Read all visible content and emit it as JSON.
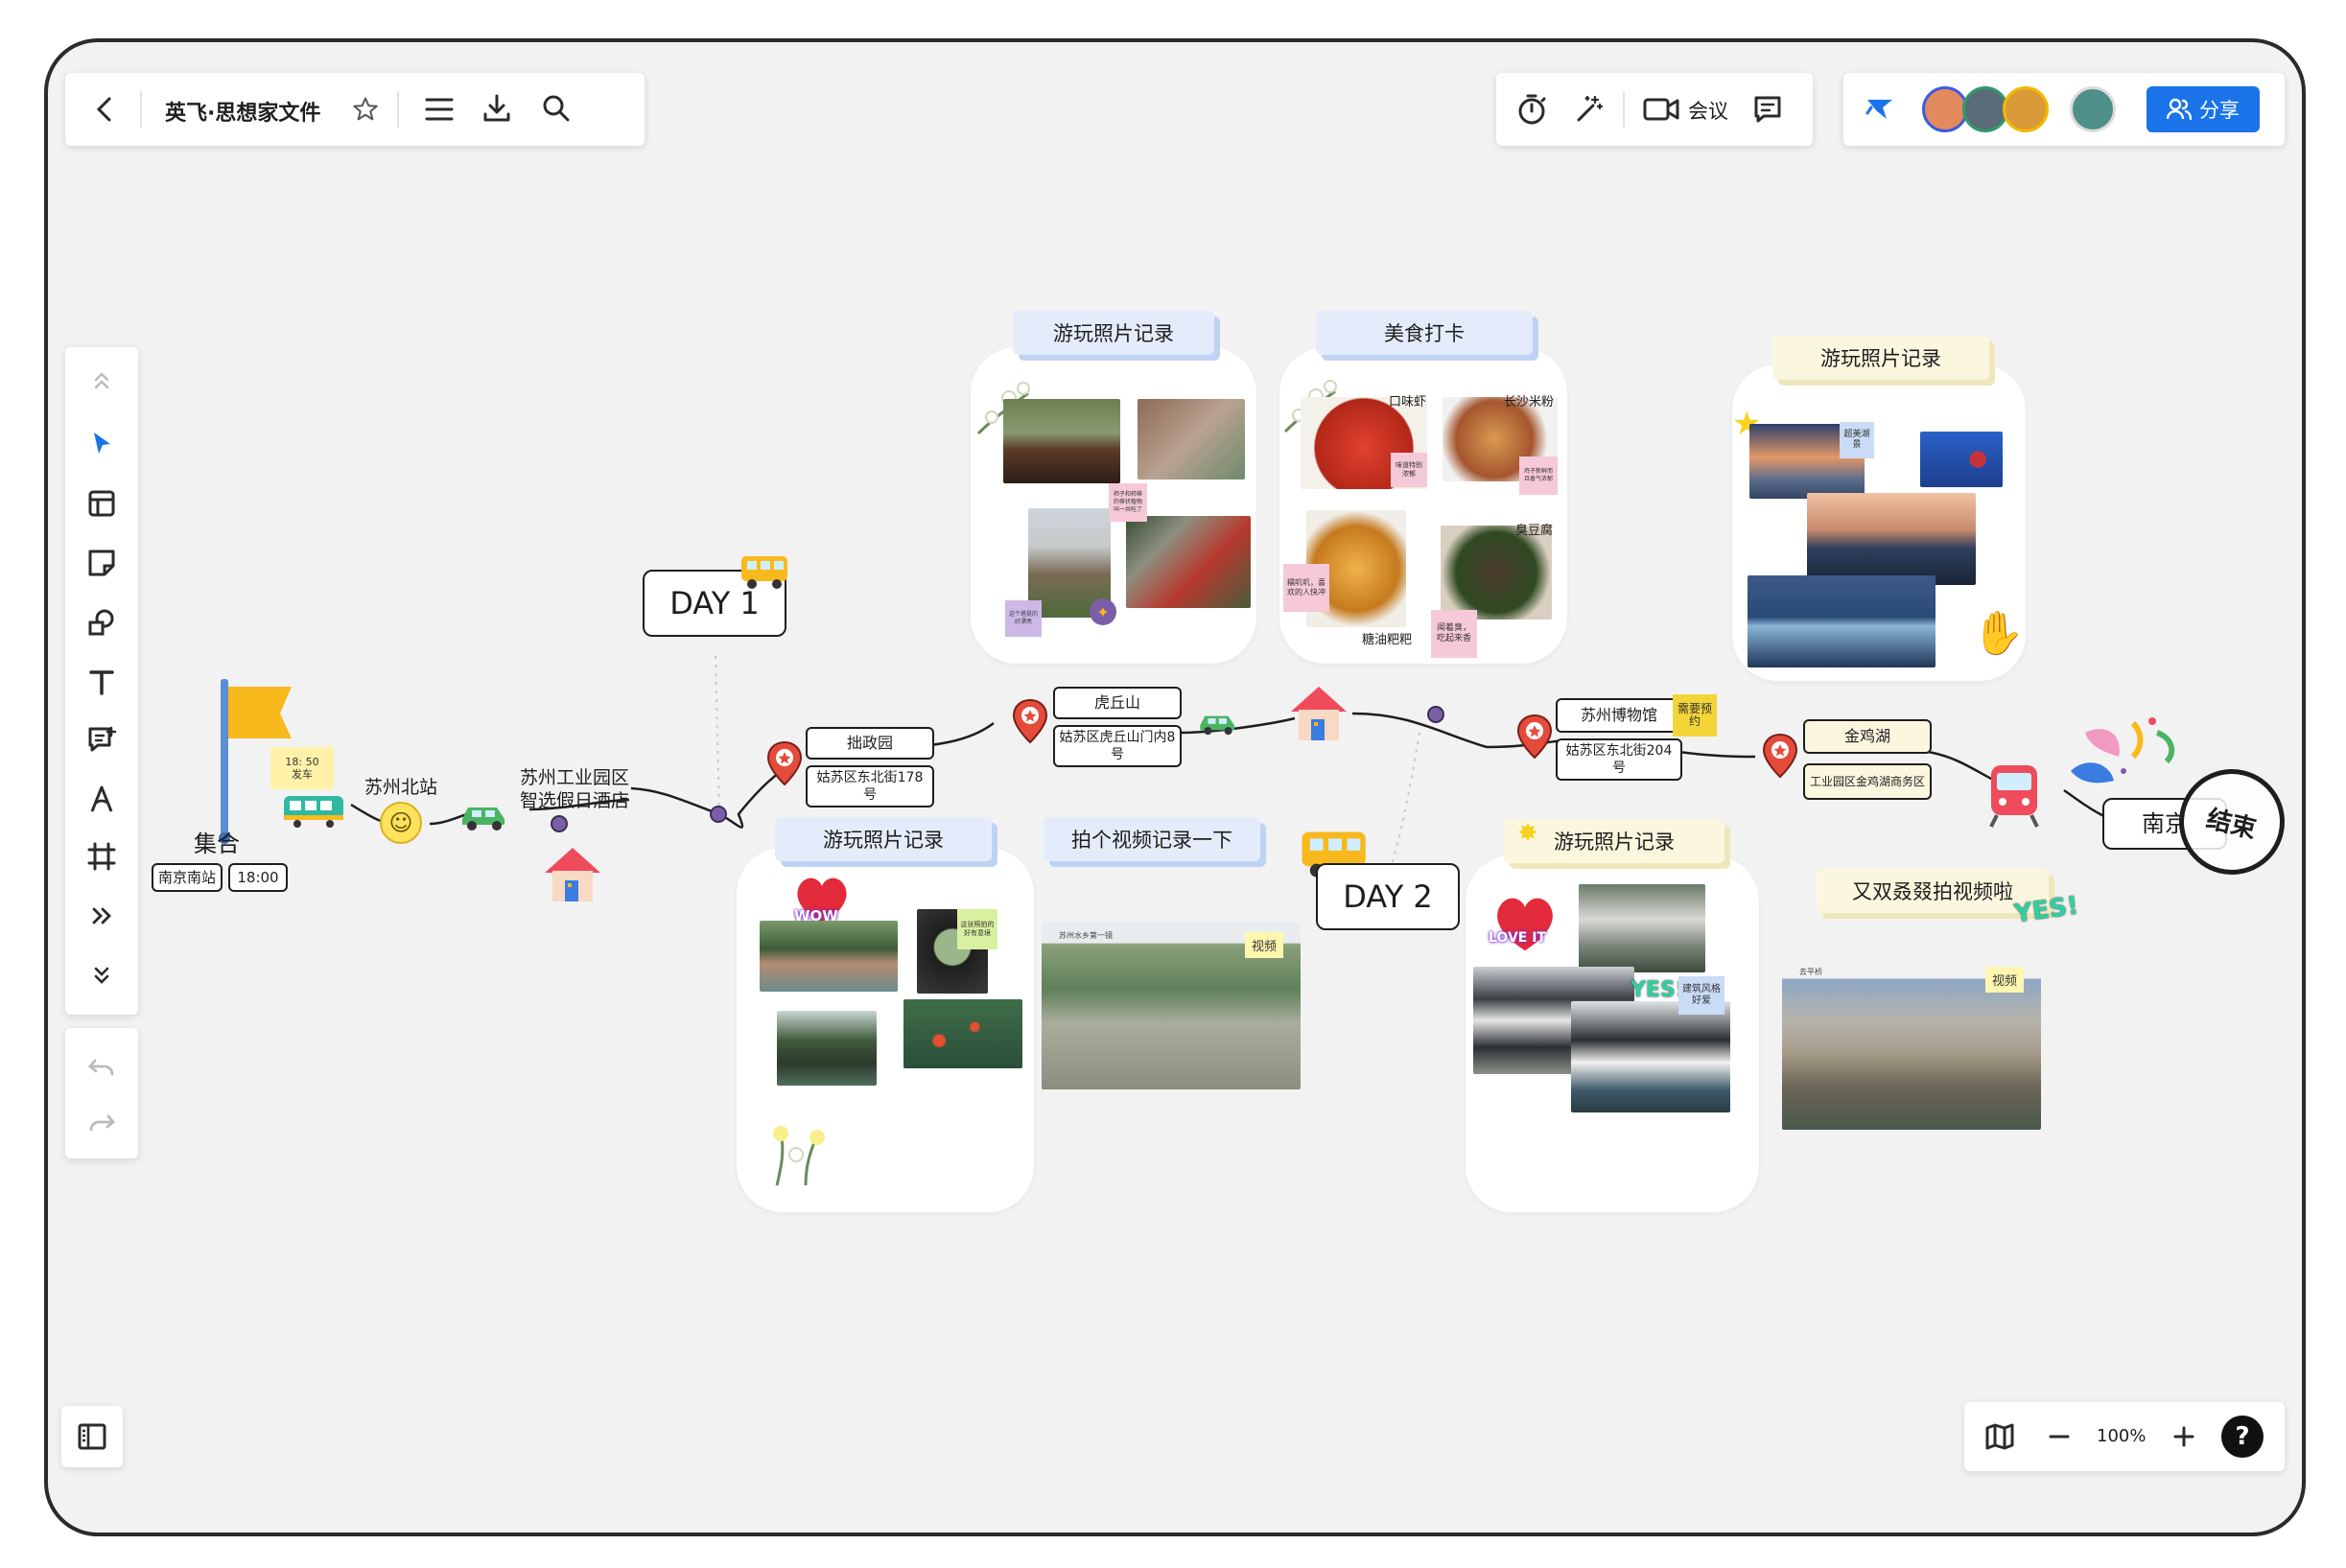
{
  "toolbar_left": {
    "back_label": "<",
    "doc_title": "英飞·思想家文件"
  },
  "toolbar_middle": {
    "meeting_label": "会议"
  },
  "toolbar_right": {
    "share_label": "分享",
    "avatar_colors": [
      "#e38a5c",
      "#5a6b7a",
      "#d99a3a",
      "#4f8f8a"
    ]
  },
  "zoom": {
    "level": "100%"
  },
  "colors": {
    "accent": "#1a73e8",
    "timeline_dot": "#7b5ea7",
    "pin": "#e54b3a",
    "title_blue": "#e4ecfb",
    "title_yellow": "#fbf7de"
  },
  "canvas": {
    "start": {
      "label": "集合",
      "station": "南京南站",
      "time": "18:00",
      "depart_note_time": "18: 50",
      "depart_note_text": "发车"
    },
    "stops": [
      {
        "name": "苏州北站"
      },
      {
        "name": "苏州工业园区",
        "sub": "智选假日酒店"
      },
      {
        "name": "拙政园",
        "address": "姑苏区东北街178号"
      },
      {
        "name": "虎丘山",
        "address": "姑苏区虎丘山门内8号"
      },
      {
        "name": "苏州博物馆",
        "address": "姑苏区东北街204号",
        "tag": "需要预约"
      },
      {
        "name": "金鸡湖",
        "address": "工业园区金鸡湖商务区"
      },
      {
        "name": "南京",
        "end_stamp": "结束"
      }
    ],
    "days": [
      "DAY 1",
      "DAY 2"
    ],
    "cards": {
      "photo1_title": "游玩照片记录",
      "food_title": "美食打卡",
      "photo2_title": "游玩照片记录",
      "photo3_title": "游玩照片记录",
      "video1_title": "拍个视频记录一下",
      "photo4_title": "游玩照片记录",
      "video2_title": "又双叒叕拍视频啦",
      "video_tag": "视频",
      "video1_caption": "苏州水乡第一镜",
      "video2_caption": "去平桥"
    },
    "food_labels": [
      "口味虾",
      "长沙米粉",
      "臭豆腐",
      "糖油粑粑"
    ],
    "notes": {
      "n1": "柿子和柿蒂的蒂状植物叫一共吃了",
      "n2": "这个塔挺的好漂亮",
      "n3": "味道特别浓郁",
      "n4": "鸡子新鲜而且香气浓郁",
      "n5": "糯叽叽，喜欢的人快冲",
      "n6": "闻着臭，吃起来香",
      "n7": "超美湖景",
      "n8": "这张照拍的好有意境",
      "n9": "建筑风格好爱"
    },
    "stickers": {
      "wow": "WOW",
      "love": "LOVE IT",
      "yes": "YES!"
    }
  }
}
